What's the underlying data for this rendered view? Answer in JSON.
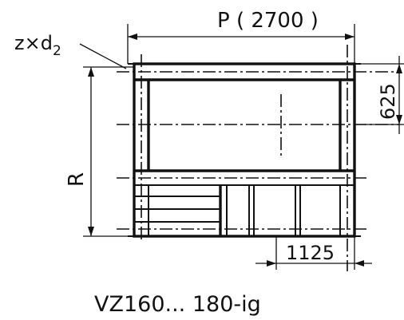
{
  "drawing": {
    "dimension_top": "P ( 2700 )",
    "dimension_right": "625",
    "dimension_left": "R",
    "dimension_bottom": "1125",
    "hole_callout_prefix": "z×d",
    "hole_callout_subscript": "2",
    "caption": "VZ160... 180-ig"
  }
}
